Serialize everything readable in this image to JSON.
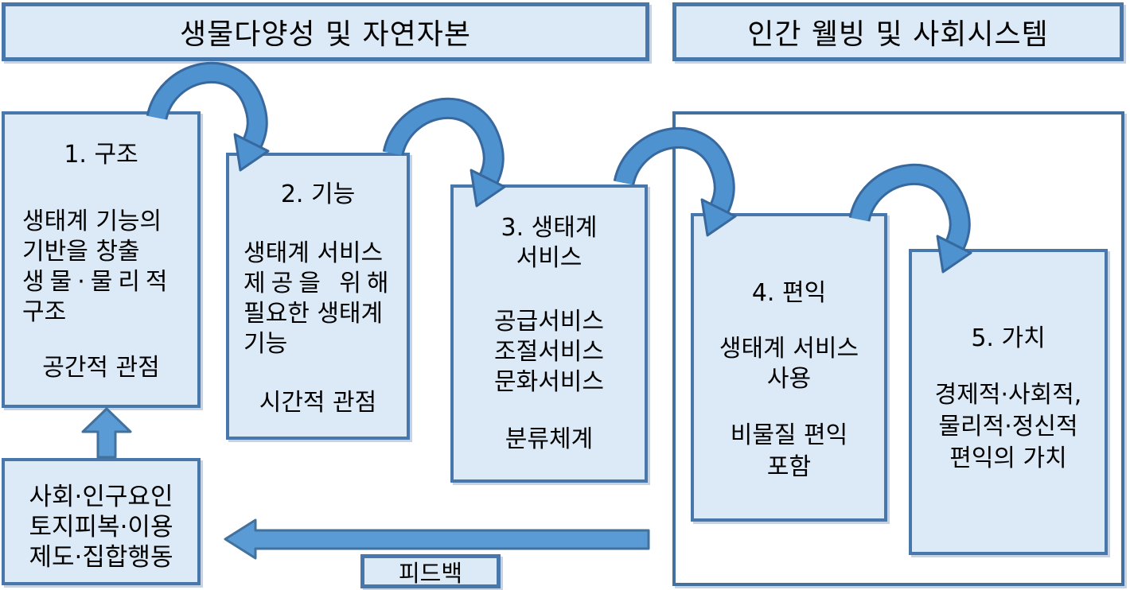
{
  "colors": {
    "box_fill": "#dce9f6",
    "box_border": "#4878ab",
    "container_border": "#44709d",
    "arrow_fill": "#5b9bd5",
    "arrow_border": "#41719c",
    "arc_fill": "#4e92cf",
    "arc_border": "#38699e",
    "text": "#000000"
  },
  "headers": {
    "left": "생물다양성 및 자연자본",
    "right": "인간 웰빙 및 사회시스템"
  },
  "boxes": {
    "structure": {
      "title": "1. 구조",
      "body": [
        "생태계 기능의",
        "기반을 창출",
        "생물·물리적",
        "구조"
      ],
      "footer": "공간적 관점"
    },
    "function": {
      "title": "2. 기능",
      "body": [
        "생태계 서비스",
        "제공을 위해",
        "필요한 생태계",
        "기능"
      ],
      "footer": "시간적 관점"
    },
    "ecosystem_service": {
      "title": [
        "3. 생태계",
        "서비스"
      ],
      "body": [
        "공급서비스",
        "조절서비스",
        "문화서비스"
      ],
      "footer": "분류체계"
    },
    "benefit": {
      "title": "4. 편익",
      "body": [
        "생태계 서비스",
        "사용"
      ],
      "body2": [
        "비물질 편익",
        "포함"
      ]
    },
    "value": {
      "title": "5. 가치",
      "body": [
        "경제적·사회적,",
        "물리적·정신적",
        "편익의 가치"
      ]
    },
    "drivers": {
      "body": [
        "사회·인구요인",
        "토지피복·이용",
        "제도·집합행동"
      ]
    }
  },
  "feedback": {
    "label": "피드백"
  }
}
